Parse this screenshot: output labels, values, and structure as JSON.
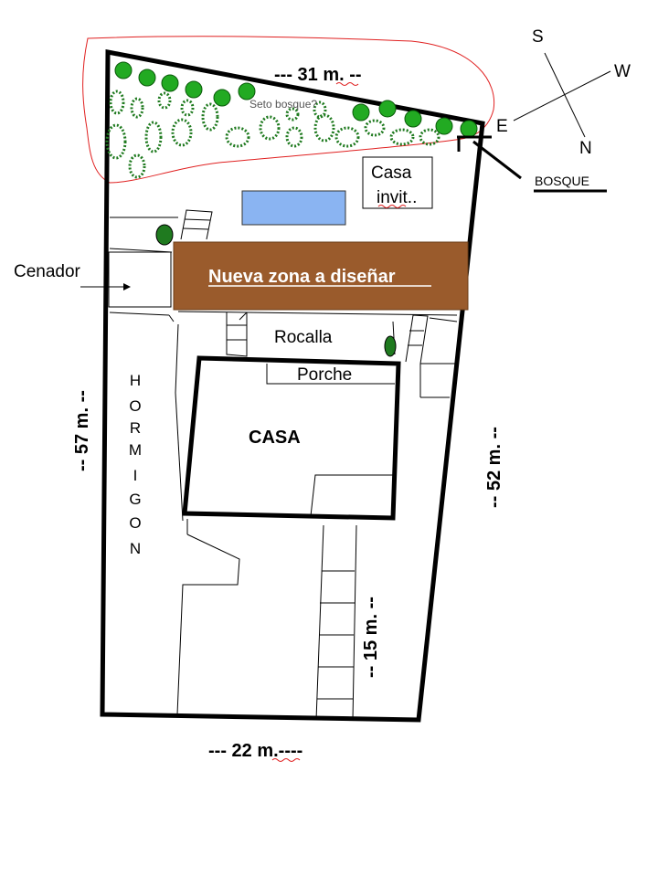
{
  "compass": {
    "s": "S",
    "w": "W",
    "e": "E",
    "n": "N"
  },
  "labels": {
    "top_measure": "--- 31 m. --",
    "left_measure": "-- 57 m. --",
    "right_measure": "-- 52 m. --",
    "inner_measure": "-- 15 m. --",
    "bottom_measure": "--- 22 m.----",
    "guest_house_line1": "Casa",
    "guest_house_line2": "invit..",
    "forest": "BOSQUE",
    "hedge": "Seto bosque?",
    "gazebo": "Cenador",
    "new_zone": "Nueva zona a diseñar",
    "rockery": "Rocalla",
    "porch": "Porche",
    "house": "CASA",
    "concrete": "HORMIGON"
  },
  "colors": {
    "new_zone_fill": "#9a5b2c",
    "pool_fill": "#8ab4f2",
    "tree_fill": "#22aa22",
    "shrub_fill": "#1f7a1f",
    "hedge_outline": "#e02020"
  }
}
